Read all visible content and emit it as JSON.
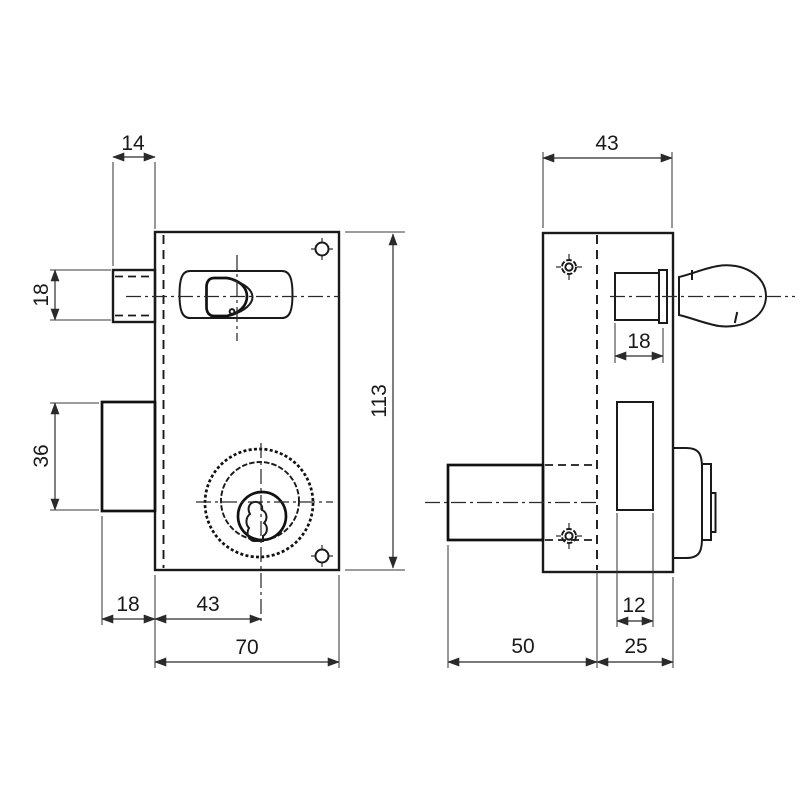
{
  "drawing": {
    "type": "technical-drawing",
    "background": "#ffffff",
    "line_color": "#1a1a1a",
    "dimension_color": "#2a2a2a",
    "front_view": {
      "dim_latch_width": "14",
      "dim_latch_height": "18",
      "dim_deadbolt_height": "36",
      "dim_body_height": "113",
      "dim_deadbolt_offset": "18",
      "dim_cylinder_offset": "43",
      "dim_body_width": "70"
    },
    "side_view": {
      "dim_body_depth": "43",
      "dim_knob_hub_width": "18",
      "dim_bolt_thickness": "12",
      "dim_bolt_length": "50",
      "dim_cylinder_depth": "25"
    }
  }
}
